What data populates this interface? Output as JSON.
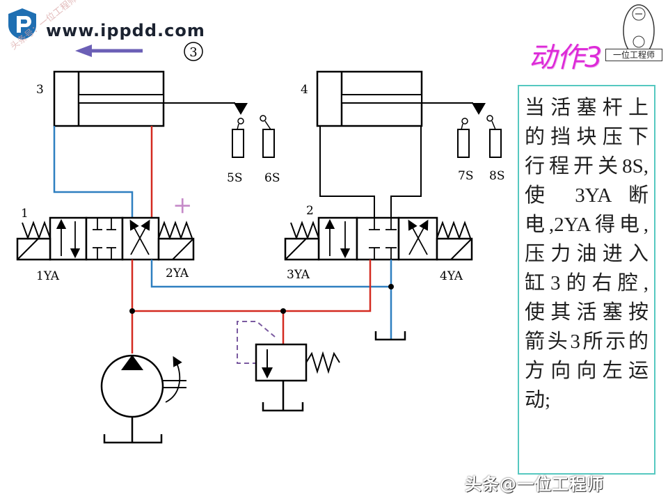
{
  "header": {
    "site_url": "www.ippdd.com",
    "side_watermark": "头条号：一位工程师",
    "stamp_text": "一位工程师"
  },
  "slide_title": "动作3",
  "step_marker": "③",
  "arrow_color": "#6b5fb6",
  "diagram": {
    "cylinder_3_label": "3",
    "cylinder_4_label": "4",
    "valve_1_label": "1",
    "valve_2_label": "2",
    "solenoids": [
      "1YA",
      "2YA",
      "3YA",
      "4YA"
    ],
    "switches": [
      "5S",
      "6S",
      "7S",
      "8S"
    ],
    "energized_mark": "+",
    "line_colors": {
      "pressure": "#d42a20",
      "return": "#2e7fc0",
      "pilot": "#7a5aa0",
      "frame": "#000000"
    }
  },
  "description_lines": [
    "当活塞杆上",
    "的挡块压下",
    "行程开关8S,",
    "使 3YA 断",
    "电,2YA得电,",
    "压力油进入",
    "缸3的右腔,",
    "使其活塞按",
    "箭头3所示的",
    "方向向左运",
    "动;"
  ],
  "footer_watermark": "头条@一位工程师"
}
